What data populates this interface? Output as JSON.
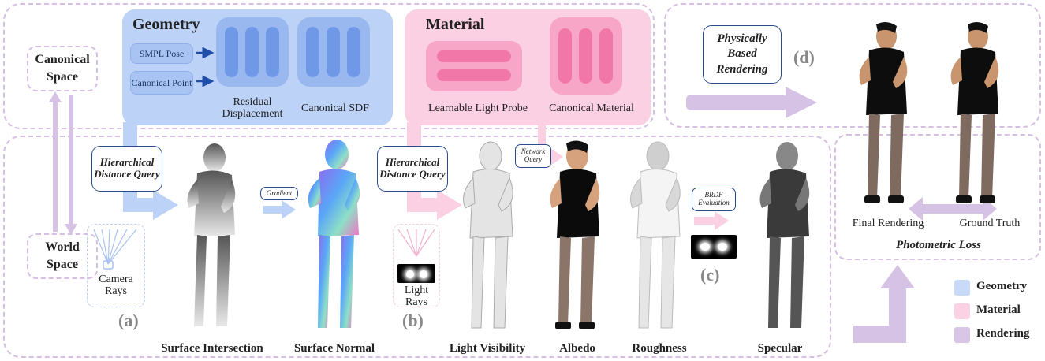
{
  "geometry_panel": {
    "title": "Geometry",
    "input_pose": "SMPL Pose",
    "input_point": "Canonical Point",
    "module_residual": "Residual Displacement",
    "module_sdf": "Canonical SDF"
  },
  "material_panel": {
    "title": "Material",
    "module_probe": "Learnable Light Probe",
    "module_material": "Canonical Material"
  },
  "spaces": {
    "canonical": "Canonical Space",
    "world": "World Space"
  },
  "queries": {
    "hier1": "Hierarchical Distance Query",
    "hier2": "Hierarchical Distance Query",
    "gradient": "Gradient",
    "network": "Network Query",
    "brdf": "BRDF Evaluation",
    "pbr": "Physically Based Rendering"
  },
  "rays": {
    "camera": "Camera Rays",
    "light": "Light Rays"
  },
  "letters": {
    "a": "(a)",
    "b": "(b)",
    "c": "(c)",
    "d": "(d)"
  },
  "captions": {
    "surface_intersection": "Surface Intersection",
    "surface_normal": "Surface Normal",
    "light_visibility": "Light Visibility",
    "albedo": "Albedo",
    "roughness": "Roughness",
    "specular": "Specular"
  },
  "rendering_panel": {
    "final": "Final Rendering",
    "gt": "Ground Truth",
    "loss": "Photometric Loss"
  },
  "legend": [
    {
      "label": "Geometry",
      "color": "#c9daf8"
    },
    {
      "label": "Material",
      "color": "#fbd2e3"
    },
    {
      "label": "Rendering",
      "color": "#d9c6e6"
    }
  ],
  "colors": {
    "geometry": "#bcd2f7",
    "material": "#fbd0e2",
    "rendering": "#d6c2e5"
  }
}
